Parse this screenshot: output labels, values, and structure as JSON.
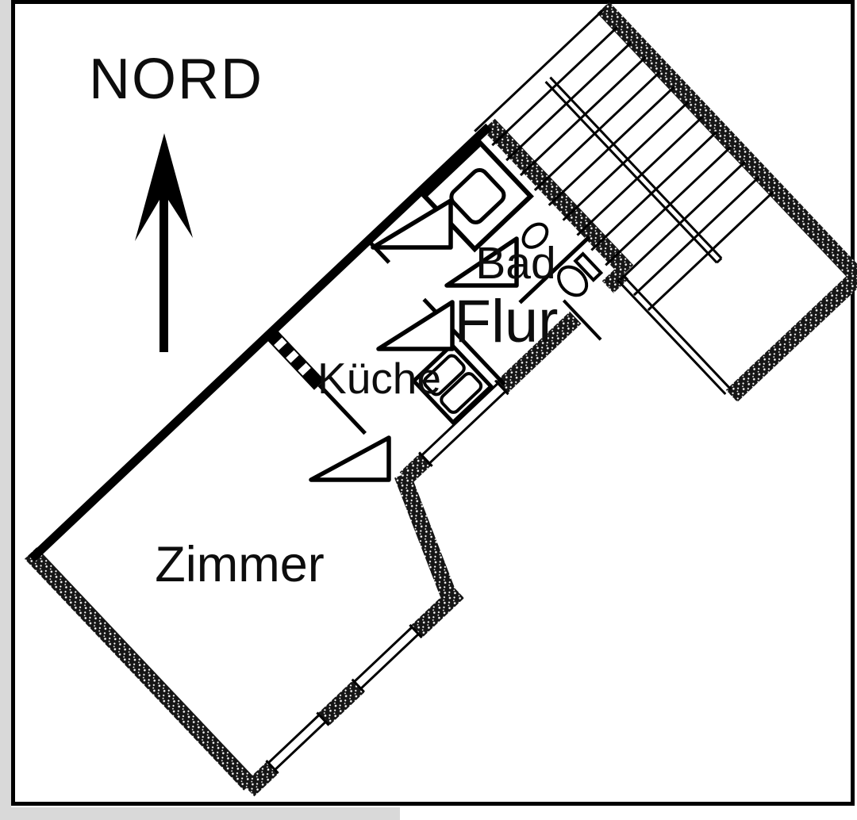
{
  "compass": {
    "label": "NORD",
    "direction": "north-arrow"
  },
  "rooms": [
    {
      "id": "zimmer",
      "label": "Zimmer"
    },
    {
      "id": "kueche",
      "label": "Küche"
    },
    {
      "id": "flur",
      "label": "Flur"
    },
    {
      "id": "bad",
      "label": "Bad"
    }
  ],
  "fixtures": [
    "staircase",
    "stair-handrail",
    "shower-tray",
    "kitchen-sink-unit",
    "washbasin",
    "toilet",
    "window",
    "french-window",
    "entry-door",
    "door-swing"
  ],
  "colors": {
    "ink": "#000000",
    "paper": "#ffffff",
    "wall_hatch": "#161616",
    "page_margin_gray": "#d9d9d9"
  }
}
